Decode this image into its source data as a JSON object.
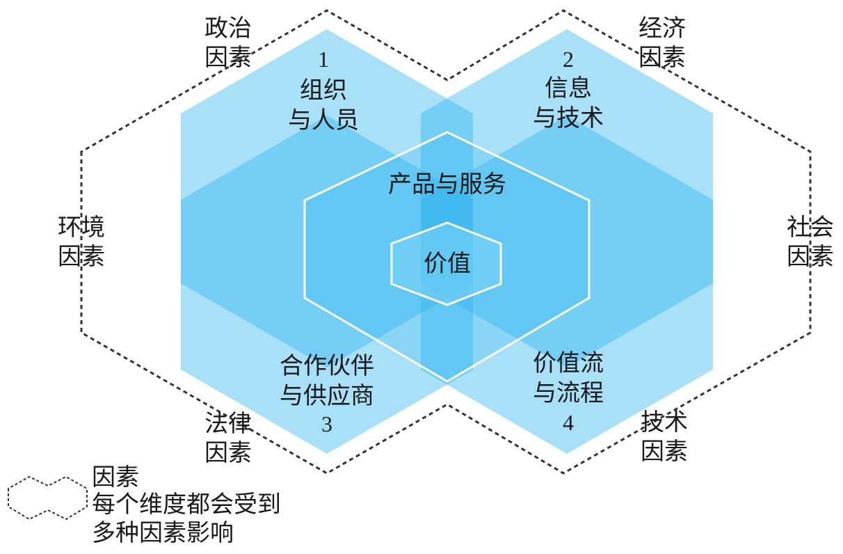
{
  "diagram": {
    "factors": {
      "political": [
        "政治",
        "因素"
      ],
      "economic": [
        "经济",
        "因素"
      ],
      "environmental": [
        "环境",
        "因素"
      ],
      "social": [
        "社会",
        "因素"
      ],
      "legal": [
        "法律",
        "因素"
      ],
      "technological": [
        "技术",
        "因素"
      ]
    },
    "dimensions": {
      "d1": {
        "number": "1",
        "lines": [
          "组织",
          "与人员"
        ]
      },
      "d2": {
        "number": "2",
        "lines": [
          "信息",
          "与技术"
        ]
      },
      "d3": {
        "number": "3",
        "lines": [
          "合作伙伴",
          "与供应商"
        ]
      },
      "d4": {
        "number": "4",
        "lines": [
          "价值流",
          "与流程"
        ]
      }
    },
    "center": {
      "outer": "产品与服务",
      "inner": "价值"
    },
    "legend": {
      "lines": [
        "因素",
        "每个维度都会受到",
        "多种因素影响"
      ]
    },
    "colors": {
      "hex_fill": "#2fb4ee",
      "dash": "#333333",
      "center_border": "#ffffff"
    }
  }
}
